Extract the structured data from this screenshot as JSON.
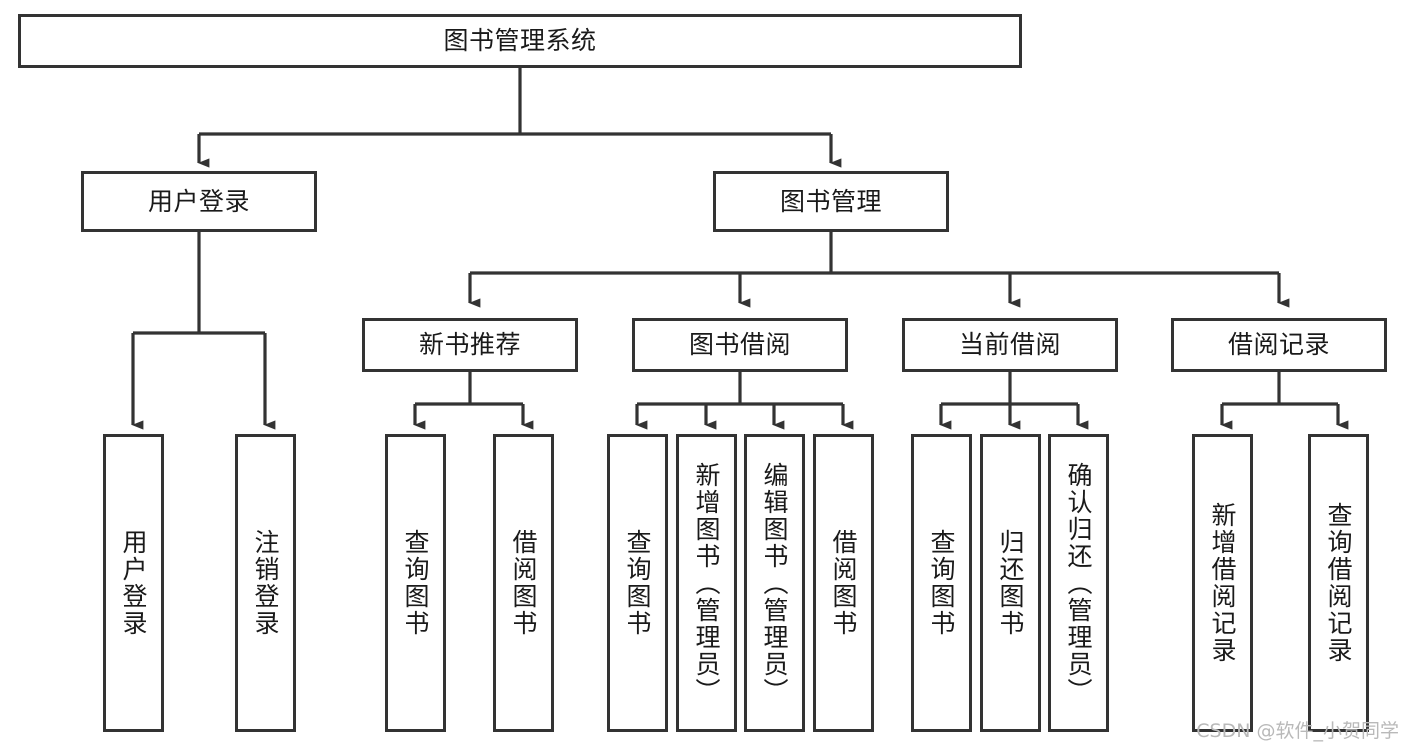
{
  "diagram": {
    "type": "hierarchy-tree",
    "title": "图书管理系统",
    "colors": {
      "background": "#ffffff",
      "stroke": "#333333",
      "text": "#1a1a1a",
      "watermark": "#b9b9b9"
    },
    "root": {
      "label": "图书管理系统"
    },
    "level2": [
      {
        "label": "用户登录"
      },
      {
        "label": "图书管理"
      }
    ],
    "level3": [
      {
        "label": "新书推荐"
      },
      {
        "label": "图书借阅"
      },
      {
        "label": "当前借阅"
      },
      {
        "label": "借阅记录"
      }
    ],
    "leaves": {
      "user_login": [
        {
          "label": "用户登录"
        },
        {
          "label": "注销登录"
        }
      ],
      "new_book_recommend": [
        {
          "label": "查询图书"
        },
        {
          "label": "借阅图书"
        }
      ],
      "book_borrow": [
        {
          "label": "查询图书"
        },
        {
          "label": "新增图书（管理员）"
        },
        {
          "label": "编辑图书（管理员）"
        },
        {
          "label": "借阅图书"
        }
      ],
      "current_borrow": [
        {
          "label": "查询图书"
        },
        {
          "label": "归还图书"
        },
        {
          "label": "确认归还（管理员）"
        }
      ],
      "borrow_record": [
        {
          "label": "新增借阅记录"
        },
        {
          "label": "查询借阅记录"
        }
      ]
    }
  },
  "watermark": {
    "text": "CSDN @软件_小贺同学"
  }
}
